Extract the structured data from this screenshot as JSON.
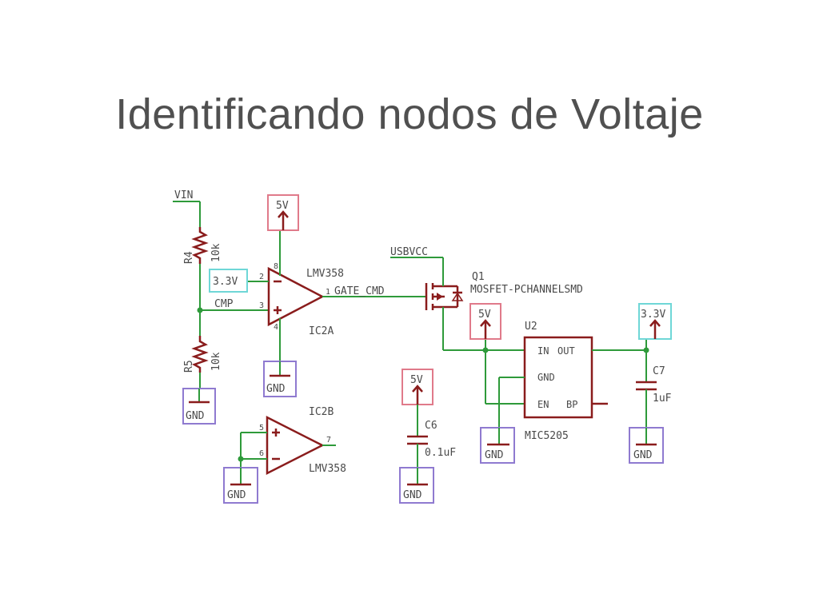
{
  "slide": {
    "title": "Identificando nodos de Voltaje"
  },
  "nets": {
    "vin": "VIN",
    "usbvcc": "USBVCC",
    "cmp": "CMP",
    "gate_cmd": "GATE_CMD",
    "v5": "5V",
    "v33": "3.3V",
    "gnd": "GND"
  },
  "components": {
    "r4": {
      "ref": "R4",
      "value": "10k"
    },
    "r5": {
      "ref": "R5",
      "value": "10k"
    },
    "ic2a": {
      "ref": "IC2A",
      "part": "LMV358"
    },
    "ic2b": {
      "ref": "IC2B",
      "part": "LMV358"
    },
    "q1": {
      "ref": "Q1",
      "part": "MOSFET-PCHANNELSMD"
    },
    "u2": {
      "ref": "U2",
      "part": "MIC5205",
      "pin_in": "IN",
      "pin_out": "OUT",
      "pin_gnd": "GND",
      "pin_en": "EN",
      "pin_bp": "BP"
    },
    "c6": {
      "ref": "C6",
      "value": "0.1uF"
    },
    "c7": {
      "ref": "C7",
      "value": "1uF"
    }
  },
  "pins": {
    "p1": "1",
    "p2": "2",
    "p3": "3",
    "p4": "4",
    "p5": "5",
    "p6": "6",
    "p7": "7",
    "p8": "8"
  },
  "colors": {
    "wire": "#2e9a3a",
    "part": "#8a1c1c",
    "gnd_box": "#8f7ad0",
    "v5_box": "#e07a8a",
    "v33_box": "#6fd7d7"
  }
}
